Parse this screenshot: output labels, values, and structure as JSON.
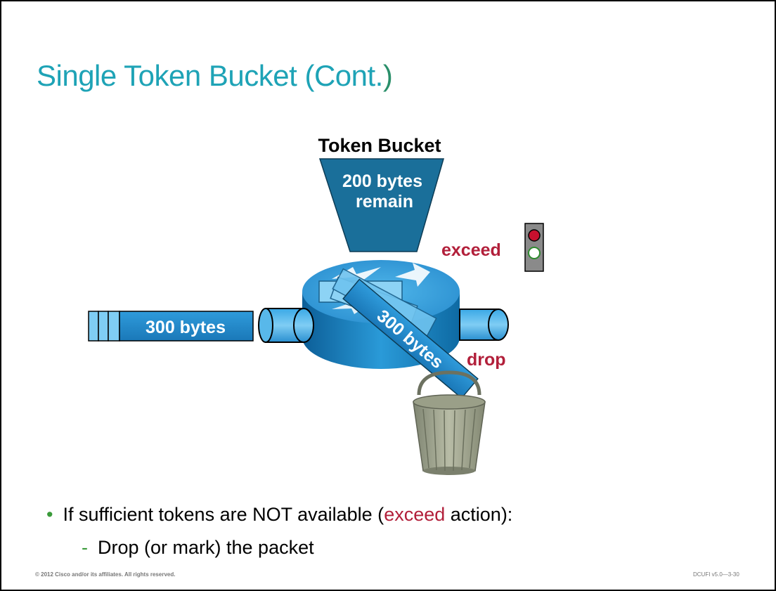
{
  "slide": {
    "title_main": "Single Token Bucket (Cont.",
    "title_tail": ")"
  },
  "diagram": {
    "bucket_heading": "Token Bucket",
    "bucket_line1": "200 bytes",
    "bucket_line2": "remain",
    "incoming_packet": "300 bytes",
    "dropped_packet": "300 bytes",
    "exceed_label": "exceed",
    "drop_label": "drop",
    "colors": {
      "accent_red": "#b21f3a",
      "bucket_blue": "#1a6f9a",
      "packet_blue": "#2f97d6"
    }
  },
  "bullets": {
    "b1_part1": "If sufficient tokens are NOT available (",
    "b1_red": "exceed",
    "b1_part2": " action):",
    "b2": "Drop (or mark) the packet"
  },
  "footer": {
    "left": "© 2012 Cisco and/or its affiliates. All rights reserved.",
    "right": "DCUFI v5.0—3-30"
  }
}
